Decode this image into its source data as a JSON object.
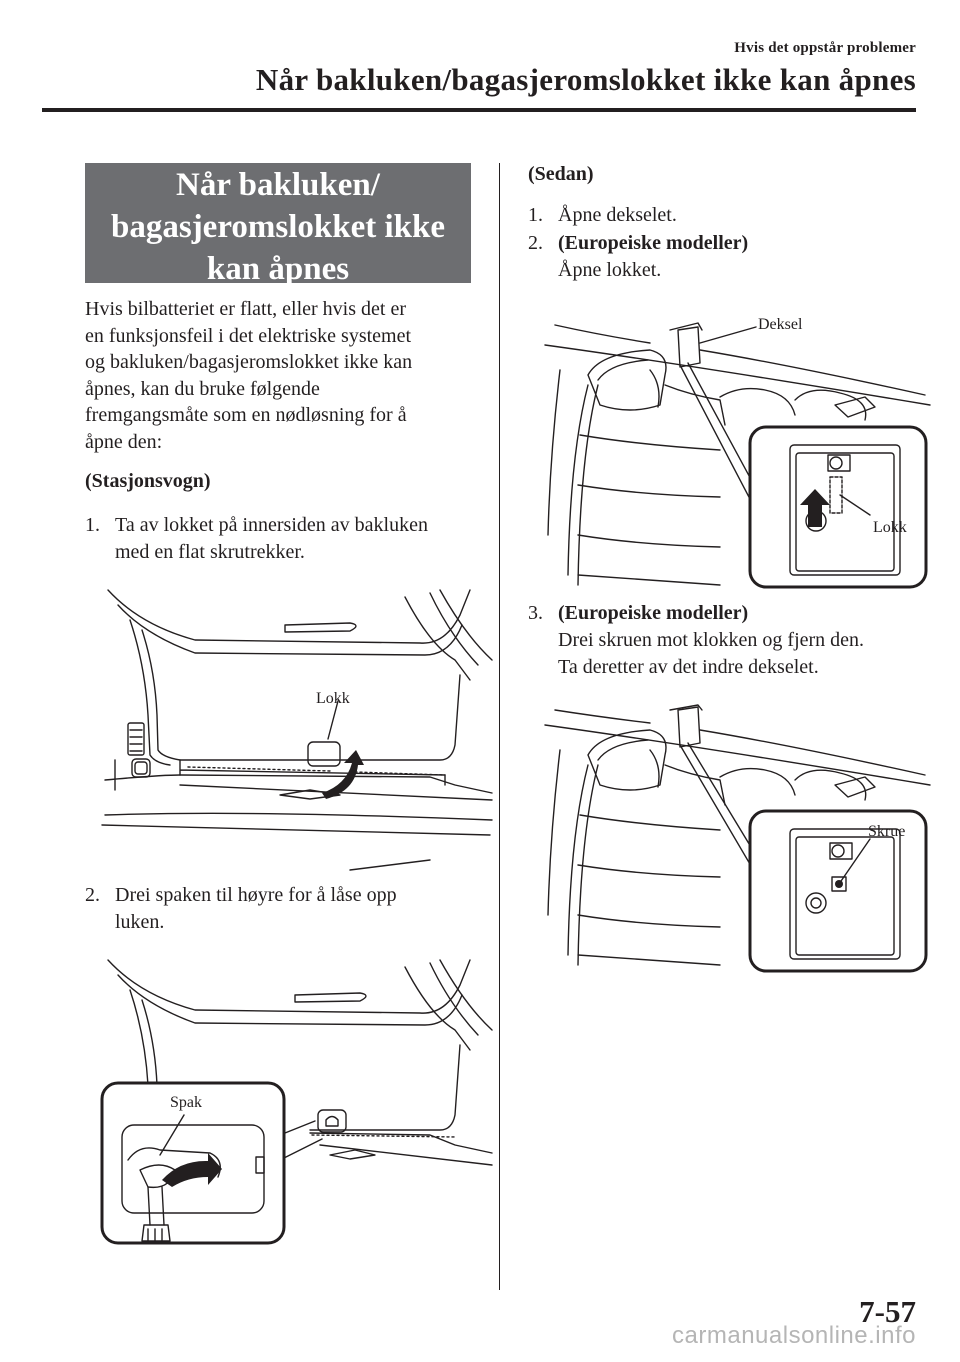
{
  "header": {
    "section": "Hvis det oppstår problemer",
    "title": "Når bakluken/bagasjeromslokket ikke kan åpnes"
  },
  "title_box": {
    "lines": [
      "Når bakluken/",
      "bagasjeromslokket ikke",
      "kan åpnes"
    ]
  },
  "intro_lines": [
    "Hvis bilbatteriet er flatt, eller hvis det er",
    "en funksjonsfeil i det elektriske systemet",
    "og bakluken/bagasjeromslokket ikke kan",
    "åpnes, kan du bruke følgende",
    "fremgangsmåte som en nødløsning for å",
    "åpne den:"
  ],
  "stasjonsvogn": {
    "heading": "(Stasjonsvogn)",
    "steps": [
      {
        "num": "1.",
        "lines": [
          "Ta av lokket på innersiden av bakluken",
          "med en flat skrutrekker."
        ]
      },
      {
        "num": "2.",
        "lines": [
          "Drei spaken til høyre for å låse opp",
          "luken."
        ]
      }
    ],
    "labels": {
      "lokk": "Lokk",
      "spak": "Spak"
    }
  },
  "sedan": {
    "heading": "(Sedan)",
    "step1": {
      "num": "1.",
      "text": "Åpne dekselet."
    },
    "step2": {
      "num": "2.",
      "bold": "(Europeiske modeller)",
      "text": "Åpne lokket."
    },
    "step3": {
      "num": "3.",
      "bold": "(Europeiske modeller)",
      "lines": [
        "Drei skruen mot klokken og fjern den.",
        "Ta deretter av det indre dekselet."
      ]
    },
    "labels": {
      "deksel": "Deksel",
      "lokk": "Lokk",
      "skrue": "Skrue"
    }
  },
  "footer": {
    "page": "7-57",
    "watermark": "carmanualsonline.info"
  }
}
